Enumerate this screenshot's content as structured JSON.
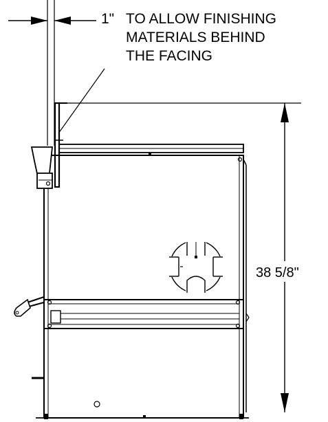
{
  "annotation": {
    "clearance_value": "1\"",
    "lines": [
      "TO ALLOW FINISHING",
      "MATERIALS BEHIND",
      "THE FACING"
    ]
  },
  "dimension": {
    "height_label": "38 5/8\""
  },
  "colors": {
    "line": "#000000",
    "background": "#ffffff"
  }
}
